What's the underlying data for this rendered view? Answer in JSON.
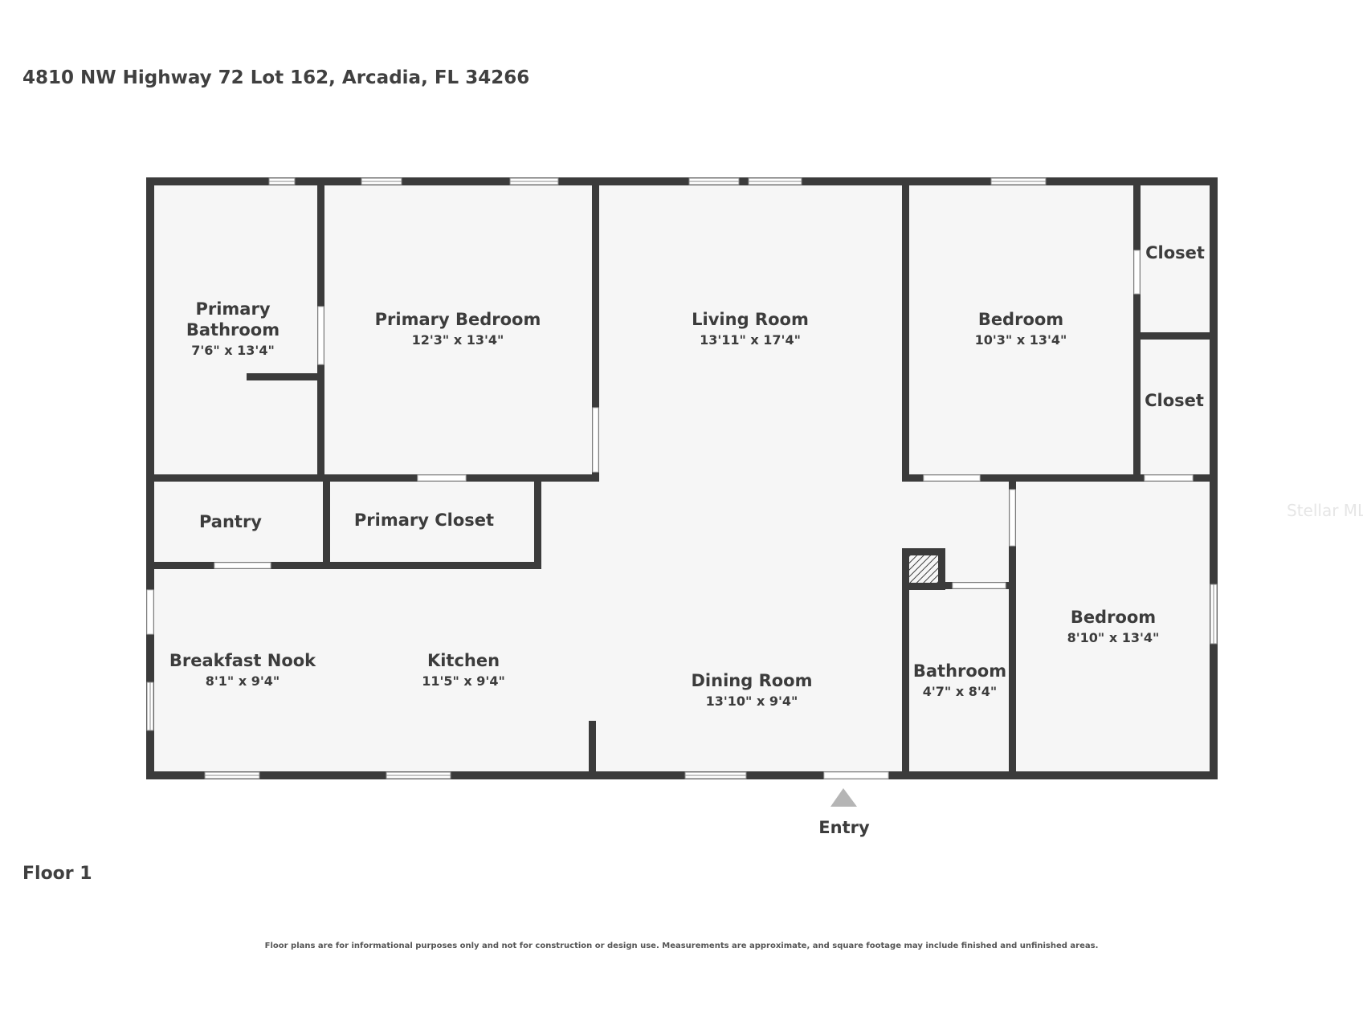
{
  "address": "4810 NW Highway 72 Lot 162, Arcadia, FL 34266",
  "floor_label": "Floor 1",
  "disclaimer": "Floor plans are for informational purposes only and not for construction or design use. Measurements are approximate, and square footage may include finished and unfinished areas.",
  "watermark": "Stellar MLS",
  "entry_label": "Entry",
  "rooms": {
    "primary_bathroom": {
      "name_line1": "Primary",
      "name_line2": "Bathroom",
      "dims": "7'6\" x 13'4\""
    },
    "primary_bedroom": {
      "name": "Primary Bedroom",
      "dims": "12'3\" x 13'4\""
    },
    "living_room": {
      "name": "Living Room",
      "dims": "13'11\" x 17'4\""
    },
    "bedroom_1": {
      "name": "Bedroom",
      "dims": "10'3\" x 13'4\""
    },
    "closet_1": {
      "name": "Closet"
    },
    "closet_2": {
      "name": "Closet"
    },
    "pantry": {
      "name": "Pantry"
    },
    "primary_closet": {
      "name": "Primary Closet"
    },
    "breakfast_nook": {
      "name": "Breakfast Nook",
      "dims": "8'1\" x 9'4\""
    },
    "kitchen": {
      "name": "Kitchen",
      "dims": "11'5\" x 9'4\""
    },
    "dining_room": {
      "name": "Dining Room",
      "dims": "13'10\" x 9'4\""
    },
    "bathroom": {
      "name": "Bathroom",
      "dims": "4'7\" x 8'4\""
    },
    "bedroom_2": {
      "name": "Bedroom",
      "dims": "8'10\" x 13'4\""
    }
  },
  "colors": {
    "wall": "#3b3b3b",
    "floor": "#f6f6f6",
    "entry_arrow": "#b5b5b5"
  }
}
